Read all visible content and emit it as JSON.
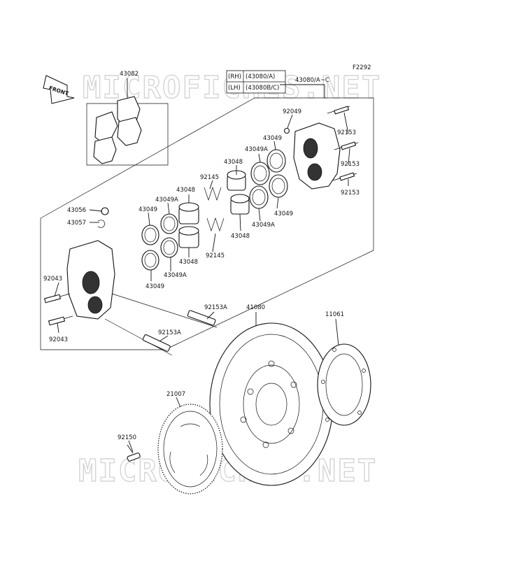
{
  "diagram": {
    "figure_code": "F2292",
    "watermark": "MICROFICHES.NET",
    "front_label": "FRONT",
    "variant_table": [
      {
        "side": "(RH)",
        "code": "(43080/A)"
      },
      {
        "side": "(LH)",
        "code": "(43080B/C)"
      }
    ],
    "labels": {
      "l43082": "43082",
      "l43080": "43080/A~C",
      "l92049": "92049",
      "l92153_a": "92153",
      "l92153_b": "92153",
      "l92153_c": "92153",
      "l43049_top": "43049",
      "l43049A_top": "43049A",
      "l43048_top": "43048",
      "l92145_top": "92145",
      "l43049_r1": "43049",
      "l43049A_r1": "43049A",
      "l43048_mid": "43048",
      "l43048_r": "43048",
      "l92145_bot": "92145",
      "l43049_left": "43049",
      "l43049A_left": "43049A",
      "l43049A_bot": "43049A",
      "l43049_bot": "43049",
      "l43048_bot": "43048",
      "l43056": "43056",
      "l43057": "43057",
      "l92043_a": "92043",
      "l92043_b": "92043",
      "l92153A_a": "92153A",
      "l92153A_b": "92153A",
      "l41080": "41080",
      "l11061": "11061",
      "l21007": "21007",
      "l92150": "92150"
    }
  }
}
